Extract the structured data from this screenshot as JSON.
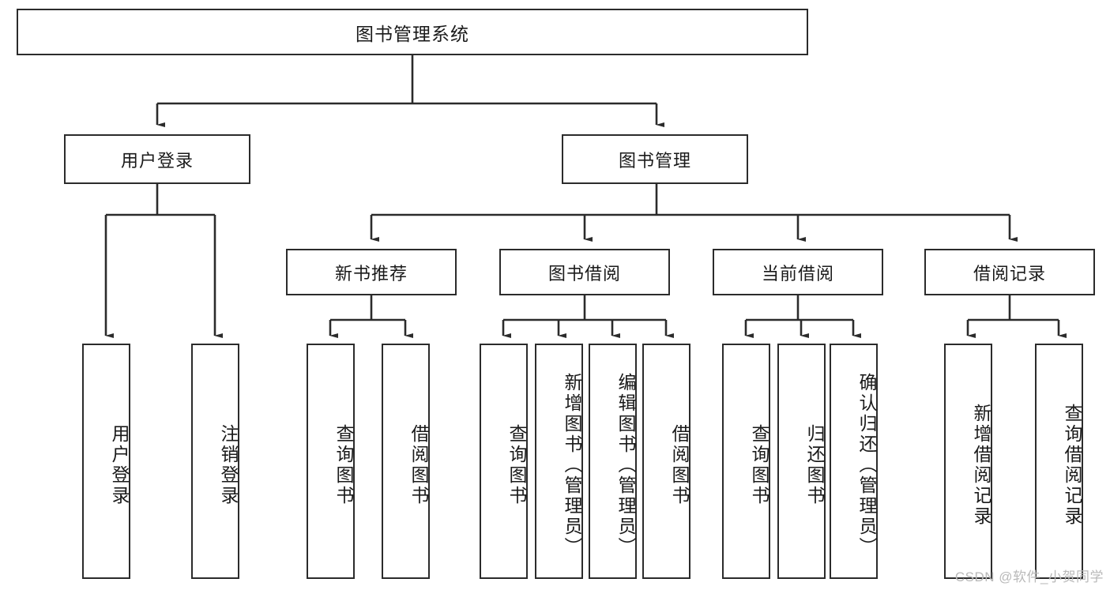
{
  "diagram": {
    "type": "tree",
    "title": "图书管理系统",
    "root": {
      "label": "图书管理系统"
    },
    "level2": [
      {
        "label": "用户登录"
      },
      {
        "label": "图书管理"
      }
    ],
    "level3": [
      {
        "label": "新书推荐"
      },
      {
        "label": "图书借阅"
      },
      {
        "label": "当前借阅"
      },
      {
        "label": "借阅记录"
      }
    ],
    "leaves": [
      {
        "label": "用户登录",
        "parent": "用户登录"
      },
      {
        "label": "注销登录",
        "parent": "用户登录"
      },
      {
        "label": "查询图书",
        "parent": "新书推荐"
      },
      {
        "label": "借阅图书",
        "parent": "新书推荐"
      },
      {
        "label": "查询图书",
        "parent": "图书借阅"
      },
      {
        "label": "新增图书（管理员）",
        "parent": "图书借阅"
      },
      {
        "label": "编辑图书（管理员）",
        "parent": "图书借阅"
      },
      {
        "label": "借阅图书",
        "parent": "图书借阅"
      },
      {
        "label": "查询图书",
        "parent": "当前借阅"
      },
      {
        "label": "归还图书",
        "parent": "当前借阅"
      },
      {
        "label": "确认归还（管理员）",
        "parent": "当前借阅"
      },
      {
        "label": "新增借阅记录",
        "parent": "借阅记录"
      },
      {
        "label": "查询借阅记录",
        "parent": "借阅记录"
      }
    ]
  },
  "watermark": {
    "text": "CSDN @软件_小贺同学"
  },
  "colors": {
    "stroke": "#2b2b2b",
    "background": "#ffffff",
    "text": "#1a1a1a",
    "watermark": "#b9b9b9"
  }
}
